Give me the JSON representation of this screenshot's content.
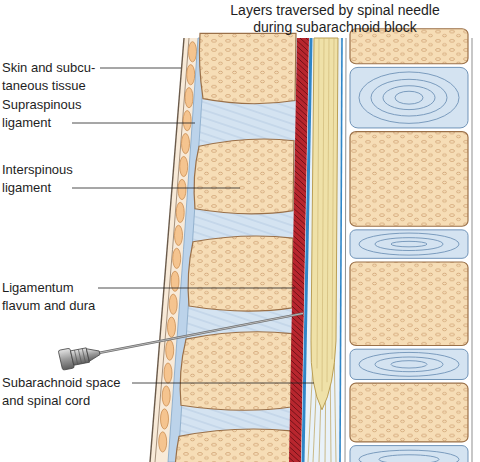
{
  "diagram": {
    "title": "Layers traversed by spinal needle during subarachnoid block",
    "labels": [
      "Skin and subcu- taneous tissue",
      "Supraspinous ligament",
      "Interspinous ligament",
      "Ligamentum flavum and dura",
      "Subarachnoid space and spinal cord"
    ]
  }
}
